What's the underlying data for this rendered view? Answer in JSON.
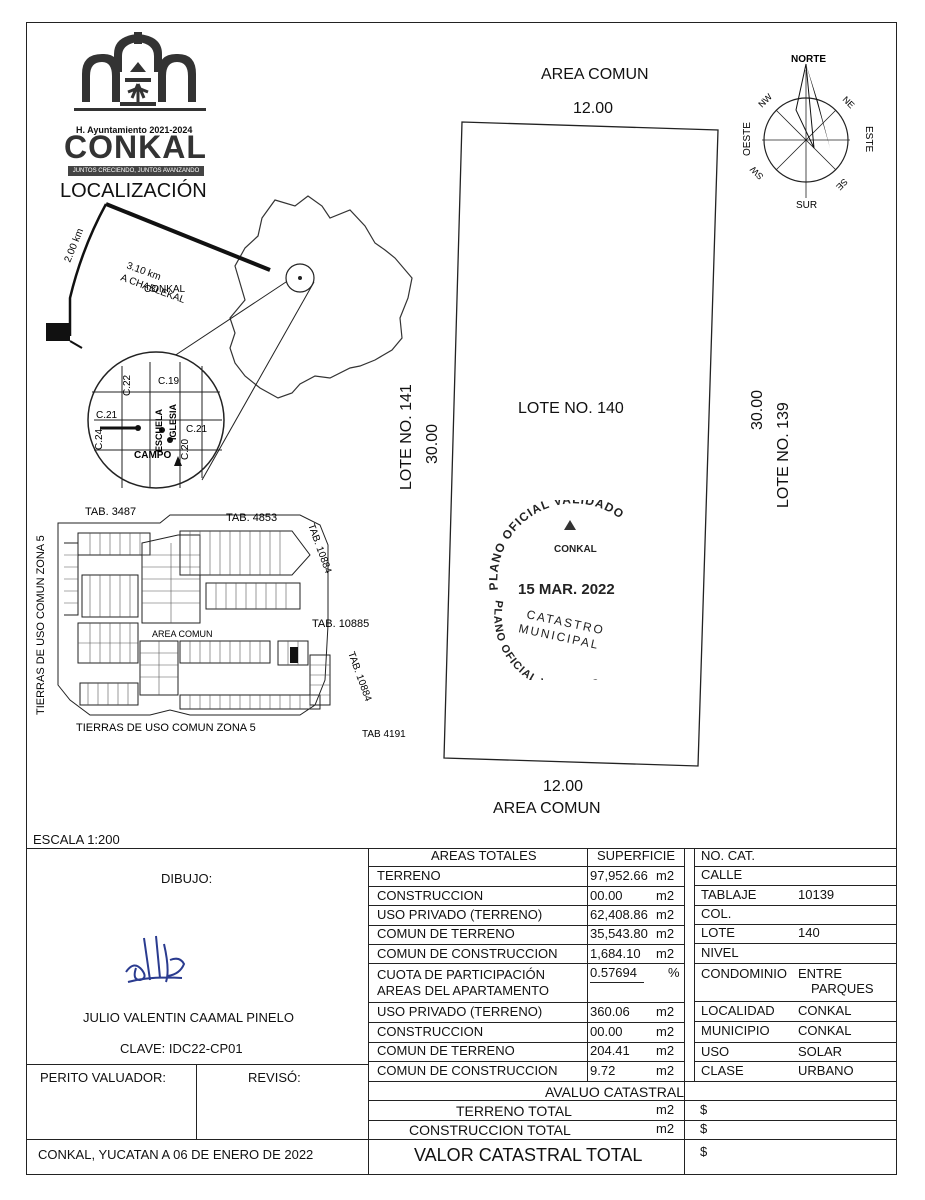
{
  "header": {
    "ayuntamiento": "H. Ayuntamiento 2021-2024",
    "municipality": "CONKAL",
    "slogan": "JUNTOS CRECIENDO, JUNTOS AVANZANDO",
    "localizacion": "LOCALIZACIÓN"
  },
  "location_map": {
    "town": "CONKAL",
    "distance_1": "3.10 km",
    "road": "A CHABLEKAL",
    "distance_2": "2.00 km",
    "streets": [
      "C.19",
      "C.22",
      "C.21",
      "C.24",
      "C.21",
      "C.20"
    ],
    "landmarks": [
      "ESCUELA",
      "IGLESIA",
      "CAMPO"
    ]
  },
  "site_plan": {
    "tab_3487": "TAB. 3487",
    "tab_4853": "TAB. 4853",
    "tab_10884_a": "TAB. 10884",
    "tab_10885": "TAB. 10885",
    "tab_10884_b": "TAB. 10884",
    "tab_4191": "TAB 4191",
    "area_comun": "AREA COMUN",
    "left_label": "TIERRAS DE USO COMUN ZONA 5",
    "bottom_label": "TIERRAS DE USO COMUN ZONA 5"
  },
  "lot_plan": {
    "top_label": "AREA COMUN",
    "top_dim": "12.00",
    "left_lot": "LOTE NO. 141",
    "left_dim": "30.00",
    "center_lot": "LOTE NO. 140",
    "right_dim": "30.00",
    "right_lot": "LOTE NO. 139",
    "bottom_dim": "12.00",
    "bottom_label": "AREA COMUN"
  },
  "compass": {
    "north": "NORTE",
    "south": "SUR",
    "east": "ESTE",
    "west": "OESTE",
    "ne": "NE",
    "nw": "NW",
    "se": "SE",
    "sw": "SW"
  },
  "stamp": {
    "top": "PLANO OFICIAL VALIDADO",
    "brand": "CONKAL",
    "date": "15 MAR. 2022",
    "line1": "CATASTRO",
    "line2": "MUNICIPAL",
    "bottom": "PLANO OFICIAL VALIDADO"
  },
  "escala": "ESCALA  1:200",
  "dibujo": {
    "label": "DIBUJO:",
    "name": "JULIO VALENTIN CAAMAL PINELO",
    "clave": "CLAVE: IDC22-CP01"
  },
  "perito": "PERITO VALUADOR:",
  "reviso": "REVISÓ:",
  "place_date": "CONKAL, YUCATAN   A  06  DE ENERO DE 2022",
  "areas": {
    "header_name": "AREAS TOTALES",
    "header_sup": "SUPERFICIE",
    "rows": [
      {
        "name": "TERRENO",
        "value": "97,952.66",
        "unit": "m2"
      },
      {
        "name": "CONSTRUCCION",
        "value": "00.00",
        "unit": "m2"
      },
      {
        "name": "USO PRIVADO (TERRENO)",
        "value": "62,408.86",
        "unit": "m2"
      },
      {
        "name": "COMUN DE TERRENO",
        "value": "35,543.80",
        "unit": "m2"
      },
      {
        "name": "COMUN DE CONSTRUCCION",
        "value": "1,684.10",
        "unit": "m2"
      },
      {
        "name": "CUOTA DE PARTICIPACIÓN",
        "name2": "AREAS DEL APARTAMENTO",
        "value": "0.57694",
        "unit": "%"
      },
      {
        "name": "USO PRIVADO (TERRENO)",
        "value": "360.06",
        "unit": "m2"
      },
      {
        "name": "CONSTRUCCION",
        "value": "00.00",
        "unit": "m2"
      },
      {
        "name": "COMUN DE TERRENO",
        "value": "204.41",
        "unit": "m2"
      },
      {
        "name": "COMUN DE CONSTRUCCION",
        "value": "9.72",
        "unit": "m2"
      }
    ]
  },
  "info": {
    "rows": [
      {
        "key": "NO. CAT.",
        "value": ""
      },
      {
        "key": "CALLE",
        "value": ""
      },
      {
        "key": "TABLAJE",
        "value": "10139"
      },
      {
        "key": "COL.",
        "value": ""
      },
      {
        "key": "LOTE",
        "value": "140"
      },
      {
        "key": "NIVEL",
        "value": ""
      },
      {
        "key": "CONDOMINIO",
        "value": "ENTRE",
        "value2": "PARQUES"
      },
      {
        "key": "LOCALIDAD",
        "value": "CONKAL"
      },
      {
        "key": "MUNICIPIO",
        "value": "CONKAL"
      },
      {
        "key": "USO",
        "value": "SOLAR"
      },
      {
        "key": "CLASE",
        "value": "URBANO"
      }
    ]
  },
  "avaluo": {
    "title": "AVALUO CATASTRAL",
    "terreno": "TERRENO TOTAL",
    "construccion": "CONSTRUCCION TOTAL",
    "unit": "m2",
    "currency": "$",
    "valor": "VALOR CATASTRAL TOTAL"
  }
}
